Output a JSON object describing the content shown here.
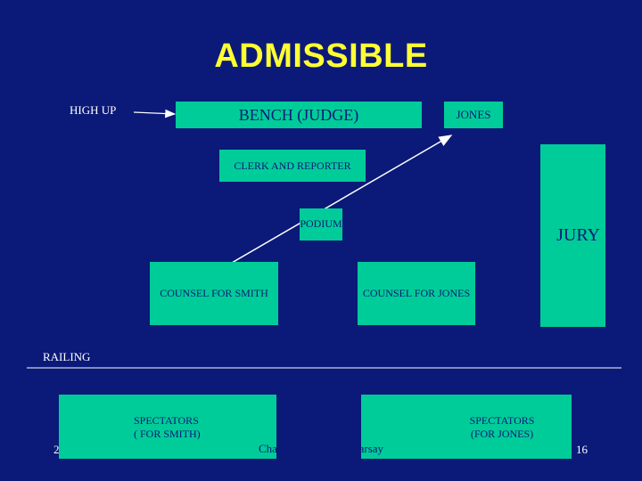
{
  "title": "ADMISSIBLE",
  "labels": {
    "high_up": "HIGH UP",
    "railing": "RAILING"
  },
  "boxes": {
    "bench": "BENCH (JUDGE)",
    "jones": "JONES",
    "clerk": "CLERK AND REPORTER",
    "podium": "PODIUM",
    "jury": "JURY",
    "counsel_smith": "COUNSEL FOR SMITH",
    "counsel_jones": "COUNSEL FOR JONES",
    "spectators_smith_line1": "SPECTATORS",
    "spectators_smith_line2": "( FOR SMITH)",
    "spectators_jones_line1": "SPECTATORS",
    "spectators_jones_line2": "(FOR JONES)"
  },
  "footer": {
    "left": "2",
    "center": "Chap. 3 -- Intro to Hearsay",
    "right": "16"
  },
  "colors": {
    "background": "#0b1a78",
    "box": "#00cc99",
    "title": "#ffff33",
    "text": "#ffffff"
  }
}
